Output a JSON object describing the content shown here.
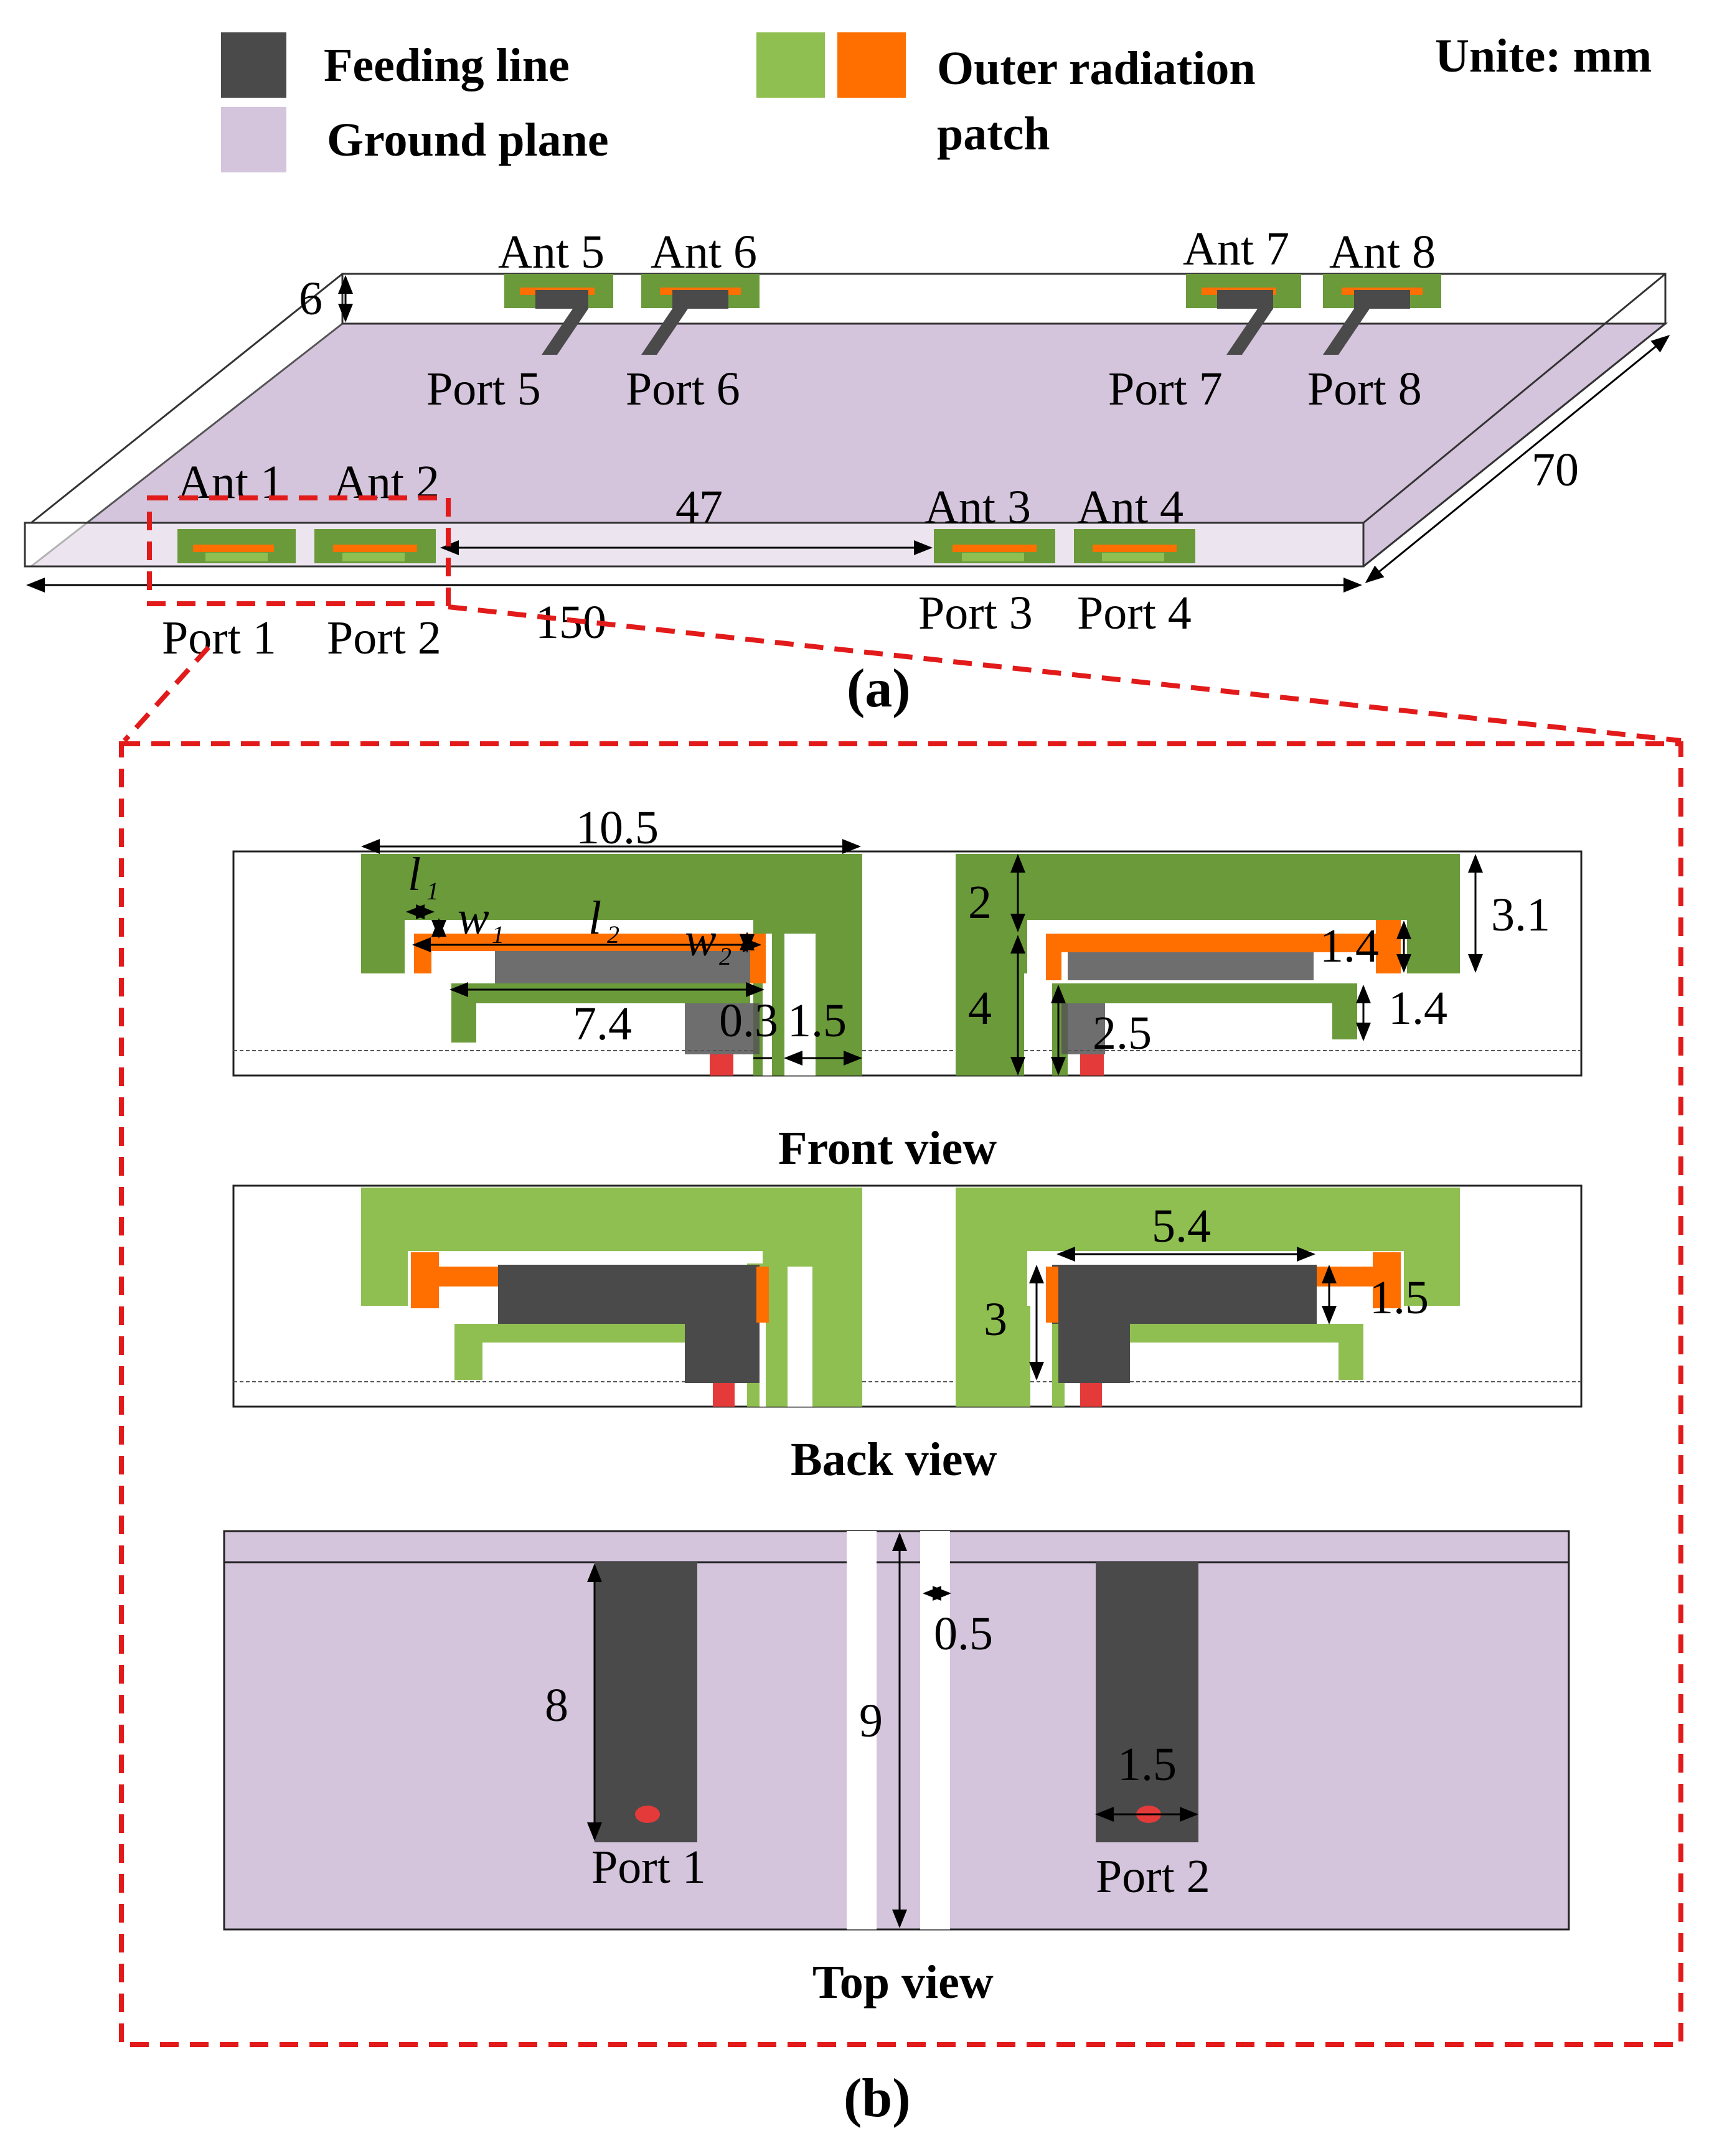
{
  "colors": {
    "feed": "#4a4a4a",
    "ground": "#d4c4dc",
    "green": "#6a9a3a",
    "green_light": "#8fbf50",
    "orange": "#ff6f00",
    "red_dash": "#e21a1a",
    "port_red": "#e53a3a"
  },
  "legend": {
    "feeding_line": "Feeding line",
    "ground_plane": "Ground plane",
    "outer_patch_1": "Outer radiation",
    "outer_patch_2": "patch",
    "unit": "Unite: mm"
  },
  "panel_a": {
    "caption": "(a)",
    "antennas": [
      "Ant 1",
      "Ant 2",
      "Ant 3",
      "Ant 4",
      "Ant 5",
      "Ant 6",
      "Ant 7",
      "Ant 8"
    ],
    "ports": [
      "Port 1",
      "Port 2",
      "Port 3",
      "Port 4",
      "Port 5",
      "Port 6",
      "Port 7",
      "Port 8"
    ],
    "dims": {
      "height": "6",
      "length": "150",
      "width": "70",
      "spacing": "47"
    }
  },
  "panel_b": {
    "caption": "(b)",
    "front": {
      "title": "Front view",
      "dims": [
        "10.5",
        "7.4",
        "0.3",
        "1.5",
        "2",
        "4",
        "3.1",
        "1.4",
        "1.4",
        "2.5"
      ],
      "symbols": {
        "l": "l",
        "w": "w",
        "sub1": "1",
        "sub2": "2"
      }
    },
    "back": {
      "title": "Back view",
      "dims": [
        "5.4",
        "3",
        "1.5"
      ]
    },
    "top": {
      "title": "Top view",
      "dims": [
        "8",
        "9",
        "0.5",
        "1.5"
      ],
      "ports": [
        "Port 1",
        "Port 2"
      ]
    }
  }
}
